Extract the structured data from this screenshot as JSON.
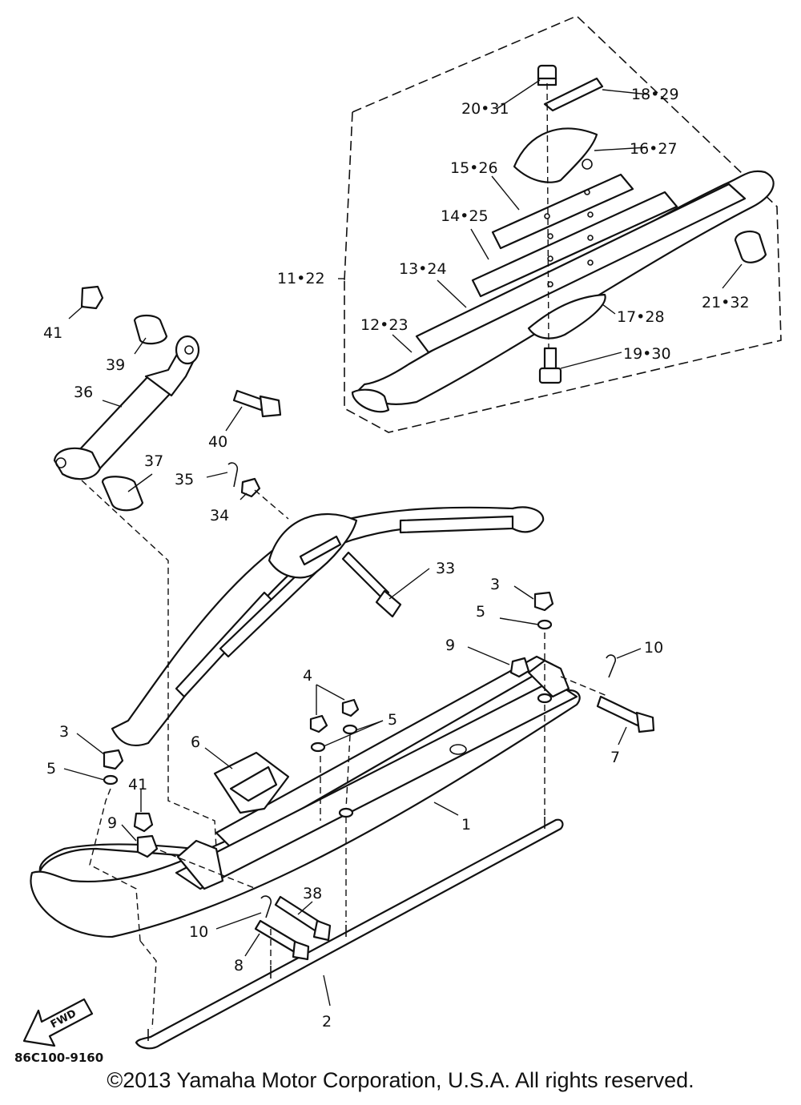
{
  "callouts": [
    {
      "id": "c41a",
      "text": "41"
    },
    {
      "id": "c39",
      "text": "39"
    },
    {
      "id": "c36",
      "text": "36"
    },
    {
      "id": "c37",
      "text": "37"
    },
    {
      "id": "c40",
      "text": "40"
    },
    {
      "id": "c35",
      "text": "35"
    },
    {
      "id": "c34",
      "text": "34"
    },
    {
      "id": "c33",
      "text": "33"
    },
    {
      "id": "c3a",
      "text": "3"
    },
    {
      "id": "c5a",
      "text": "5"
    },
    {
      "id": "c9a",
      "text": "9"
    },
    {
      "id": "c10a",
      "text": "10"
    },
    {
      "id": "c7",
      "text": "7"
    },
    {
      "id": "c4",
      "text": "4"
    },
    {
      "id": "c5b",
      "text": "5"
    },
    {
      "id": "c6",
      "text": "6"
    },
    {
      "id": "c1",
      "text": "1"
    },
    {
      "id": "c3b",
      "text": "3"
    },
    {
      "id": "c5c",
      "text": "5"
    },
    {
      "id": "c41b",
      "text": "41"
    },
    {
      "id": "c9b",
      "text": "9"
    },
    {
      "id": "c38",
      "text": "38"
    },
    {
      "id": "c10b",
      "text": "10"
    },
    {
      "id": "c8",
      "text": "8"
    },
    {
      "id": "c2",
      "text": "2"
    },
    {
      "id": "c2031",
      "text": "20•31"
    },
    {
      "id": "c1829",
      "text": "18•29"
    },
    {
      "id": "c1627",
      "text": "16•27"
    },
    {
      "id": "c1526",
      "text": "15•26"
    },
    {
      "id": "c1425",
      "text": "14•25"
    },
    {
      "id": "c1324",
      "text": "13•24"
    },
    {
      "id": "c1122",
      "text": "11•22"
    },
    {
      "id": "c1223",
      "text": "12•23"
    },
    {
      "id": "c1728",
      "text": "17•28"
    },
    {
      "id": "c1930",
      "text": "19•30"
    },
    {
      "id": "c2132",
      "text": "21•32"
    }
  ],
  "fwd_label": "FWD",
  "part_number": "86C100-9160",
  "copyright": "©2013 Yamaha Motor Corporation, U.S.A. All rights reserved."
}
